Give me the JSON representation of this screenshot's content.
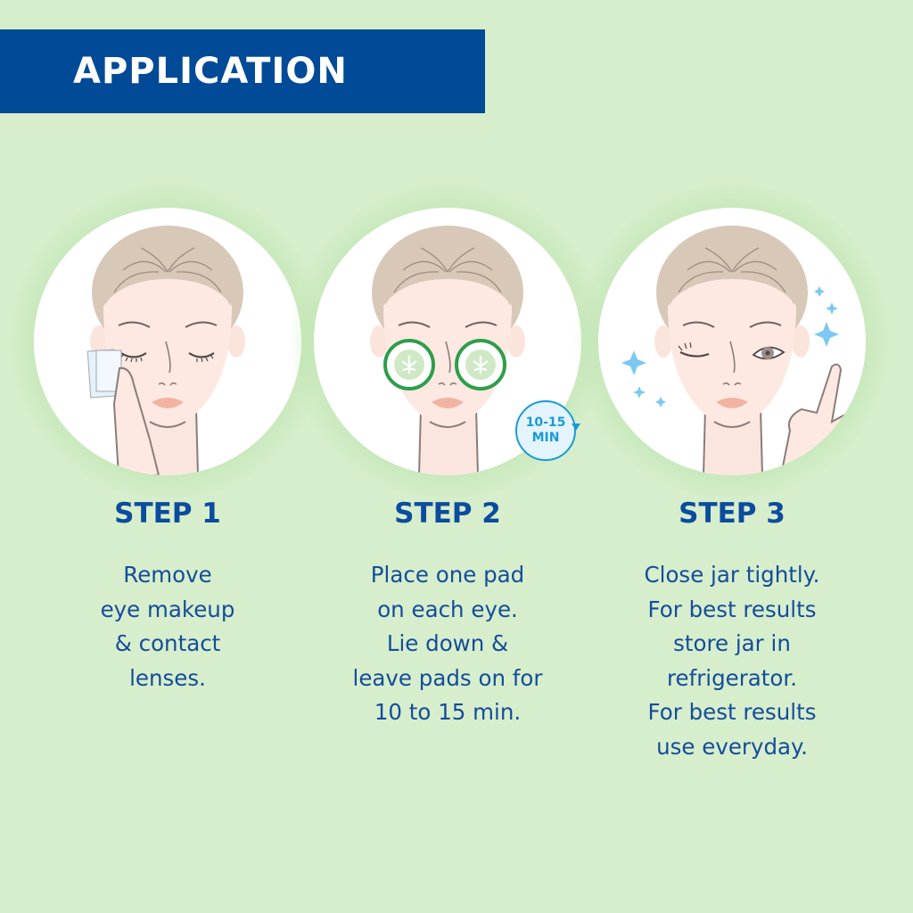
{
  "header": {
    "title": "APPLICATION"
  },
  "colors": {
    "background": "#d6eecb",
    "banner": "#004a97",
    "heading_text": "#0c4c9e",
    "body_text": "#154c9c",
    "timer_accent": "#1a9ad6",
    "sparkle": "#7cc8f2",
    "cucumber": "#2e9e4a"
  },
  "steps": [
    {
      "title": "STEP 1",
      "illustration": "woman-removing-eye-makeup-with-pad",
      "lines": [
        "Remove",
        "eye makeup",
        "& contact",
        "lenses."
      ]
    },
    {
      "title": "STEP 2",
      "illustration": "woman-with-cucumber-pads-on-eyes",
      "lines": [
        "Place one pad",
        "on each eye.",
        "Lie down &",
        "leave pads on for",
        "10 to 15 min."
      ],
      "badge": {
        "line1": "10-15",
        "line2": "MIN",
        "icon": "timer-arrow-icon"
      }
    },
    {
      "title": "STEP 3",
      "illustration": "woman-winking-with-sparkles",
      "lines": [
        "Close jar tightly.",
        "For best results",
        "store jar in",
        "refrigerator.",
        "For best results",
        "use everyday."
      ]
    }
  ]
}
